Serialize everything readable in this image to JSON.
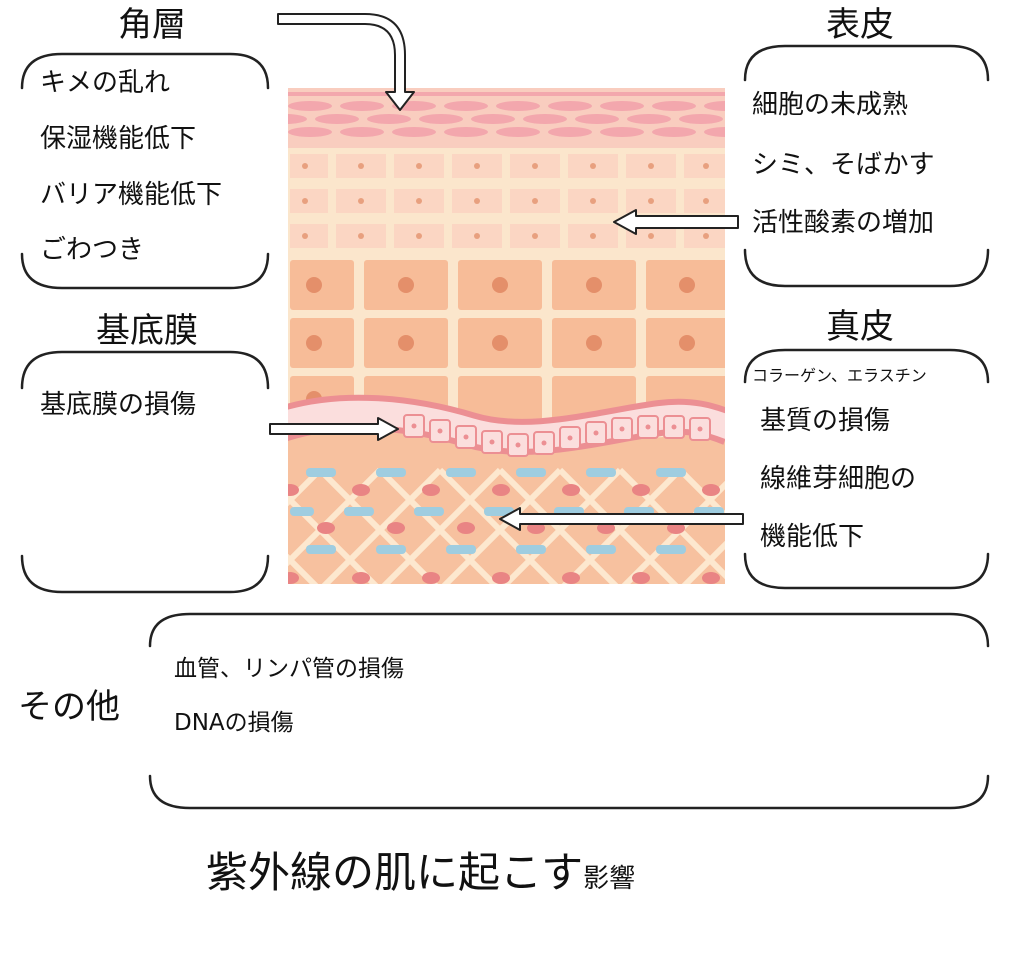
{
  "labels": {
    "kakuso": "角層",
    "hyohi": "表皮",
    "kiteimaku": "基底膜",
    "shinpi": "真皮",
    "sonota": "その他"
  },
  "kakuso_items": [
    "キメの乱れ",
    "保湿機能低下",
    "バリア機能低下",
    "ごわつき"
  ],
  "hyohi_items": [
    "細胞の未成熟",
    "シミ、そばかす",
    "活性酸素の増加"
  ],
  "kiteimaku_items": [
    "基底膜の損傷"
  ],
  "shinpi_items": [
    "コラーゲン、エラスチン",
    "基質の損傷",
    "線維芽細胞の",
    "機能低下"
  ],
  "sonota_items": [
    "血管、リンパ管の損傷",
    "DNAの損傷"
  ],
  "title": {
    "main": "紫外線の肌に起こす",
    "small": "影響"
  },
  "colors": {
    "skin_base": "#fbe3c6",
    "stratum_pink": "#f3a7ad",
    "cell_light": "#fbd2bd",
    "cell_orange": "#f6b893",
    "nucleus": "#e5936d",
    "membrane": "#ec8f93",
    "fiber_blue": "#9fcde0",
    "fiber_red": "#e98484"
  }
}
